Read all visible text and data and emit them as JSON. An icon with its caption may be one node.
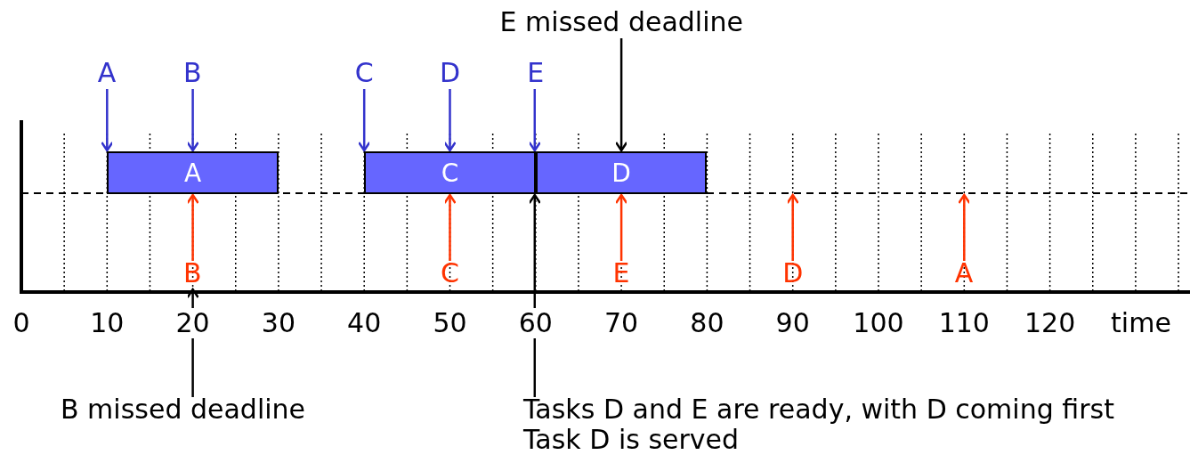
{
  "diagram": {
    "nodes": [
      {
        "text": [
          "E missed deadline"
        ]
      },
      {
        "text": [
          "A"
        ]
      },
      {
        "text": [
          "B"
        ]
      },
      {
        "text": [
          "C"
        ]
      },
      {
        "text": [
          "D"
        ]
      },
      {
        "text": [
          "E"
        ]
      },
      {
        "text": [
          "A"
        ]
      },
      {
        "text": [
          "C"
        ]
      },
      {
        "text": [
          "D"
        ]
      },
      {
        "text": [
          "B"
        ]
      },
      {
        "text": [
          "C"
        ]
      },
      {
        "text": [
          "E"
        ]
      },
      {
        "text": [
          "D"
        ]
      },
      {
        "text": [
          "A"
        ]
      },
      {
        "text": [
          "B missed deadline"
        ]
      },
      {
        "text": [
          "Tasks D and E are ready, with D coming first",
          "Task D is served"
        ]
      }
    ],
    "edges": [
      {
        "from": 0,
        "to": 8,
        "arrow": "to",
        "color": "#000000"
      },
      {
        "from": 1,
        "to": 6,
        "arrow": "to",
        "color": "#3333cc"
      },
      {
        "from": 2,
        "to": 6,
        "arrow": "to",
        "color": "#3333cc"
      },
      {
        "from": 3,
        "to": 7,
        "arrow": "to",
        "color": "#3333cc"
      },
      {
        "from": 4,
        "to": 7,
        "arrow": "to",
        "color": "#3333cc"
      },
      {
        "from": 5,
        "to": 7,
        "arrow": "to",
        "color": "#3333cc"
      },
      {
        "from": 9,
        "to": 6,
        "arrow": "to",
        "color": "#ff3300"
      },
      {
        "from": 10,
        "to": 7,
        "arrow": "to",
        "color": "#ff3300"
      },
      {
        "from": 11,
        "to": 8,
        "arrow": "to",
        "color": "#ff3300"
      },
      {
        "from": 12,
        "to": null,
        "arrow": "to",
        "color": "#ff3300"
      },
      {
        "from": 13,
        "to": null,
        "arrow": "to",
        "color": "#ff3300"
      },
      {
        "from": 14,
        "to": 9,
        "arrow": "to",
        "color": "#000000"
      },
      {
        "from": 15,
        "to": 7,
        "arrow": "to",
        "color": "#000000"
      }
    ],
    "labels": [
      "0",
      "10",
      "20",
      "30",
      "40",
      "50",
      "60",
      "70",
      "80",
      "90",
      "100",
      "110",
      "120",
      "time"
    ]
  }
}
